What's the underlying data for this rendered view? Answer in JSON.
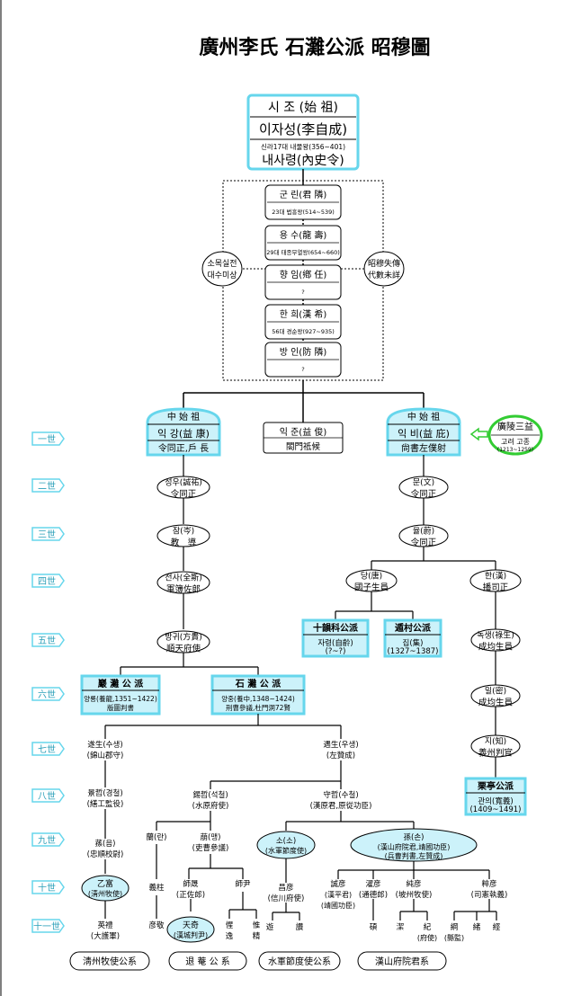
{
  "title": "廣州李氏 石灘公派 昭穆圖",
  "founder": {
    "title": "시 조 (始 祖)",
    "name": "이자성(李自成)",
    "note": "신라17대 내물왕(356~401)",
    "office": "내사령(內史令)"
  },
  "chain": [
    {
      "name": "군 린(君 隣)",
      "note": "23대 법흥왕(514~539)"
    },
    {
      "name": "용 수(龍 壽)",
      "note": "29대 태종무열왕(654~660)"
    },
    {
      "name": "향 임(鄕 任)",
      "note": "?"
    },
    {
      "name": "한 희(漢 希)",
      "note": "56대 경순왕(927~935)"
    },
    {
      "name": "방 인(防 隣)",
      "note": "?"
    }
  ],
  "side_left": [
    "소목실전",
    "대수미상"
  ],
  "side_right": [
    "昭穆失傳",
    "代數未詳"
  ],
  "gens": [
    "一世",
    "二世",
    "三世",
    "四世",
    "五世",
    "六世",
    "七世",
    "八世",
    "九世",
    "十世",
    "十一世"
  ],
  "g1": {
    "left": {
      "top": "中 始 祖",
      "name": "익 강(益 康)",
      "office": "令同正,戶 長"
    },
    "mid": {
      "name": "익 준(益 俊)",
      "office": "閤門祗候"
    },
    "right": {
      "top": "中 始 祖",
      "name": "익 비(益 庇)",
      "office": "尙書左僕射"
    },
    "ext": {
      "name": "廣陵三益",
      "note": "고려 고종",
      "years": "(1213~1259)"
    }
  },
  "left": {
    "g2": [
      "성우(誠祐)",
      "令同正"
    ],
    "g3": [
      "잠(岑)",
      "教　導"
    ],
    "g4": [
      "전사(全斯)",
      "軍簿佐郎"
    ],
    "g5": [
      "방귀(方貴)",
      "順天府使"
    ],
    "g6a": [
      "巖 灘 公 派",
      "양룡(養龍,1351~1422)",
      "版圖判書"
    ],
    "g6b": [
      "石 灘 公 派",
      "양중(養中,1348~1424)",
      "刑曹參議,杜門洞72賢"
    ]
  },
  "right": {
    "g2": [
      "문(文)",
      "令同正"
    ],
    "g3": [
      "율(蔚)",
      "令同正"
    ],
    "g4a": [
      "당(唐)",
      "國子生員"
    ],
    "g4b": [
      "한(漢)",
      "播司正"
    ],
    "g5a": [
      "十韻科公派",
      "자령(自齡)",
      "(?~?)"
    ],
    "g5b": [
      "遁村公派",
      "집(集)",
      "(1327~1387)"
    ],
    "g5c": [
      "녹생(祿生)",
      "成均生員"
    ],
    "g6": [
      "밀(密)",
      "成均生員"
    ],
    "g7": [
      "지(知)",
      "義州判官"
    ],
    "g8": [
      "栗亭公派",
      "관의(寬義)",
      "(1409~1491)"
    ]
  },
  "stone": {
    "g7a": [
      "遂生(수생)",
      "(錦山郡守)"
    ],
    "g7b": [
      "遇生(우생)",
      "(左贊成)"
    ],
    "g8a": [
      "景哲(경철)",
      "(繕工監役)"
    ],
    "g8b": [
      "錫哲(석철)",
      "(水原府使)"
    ],
    "g8c": [
      "守哲(수철)",
      "(漢原君,原從功臣)"
    ],
    "g9a": [
      "蓀(음)",
      "(忠順校尉)"
    ],
    "g9b": "蘭(란)",
    "g9c": [
      "萠(맹)",
      "(吏曹參議)"
    ],
    "g9d": [
      "소(소)",
      "(水軍節度使)"
    ],
    "g9e": [
      "孫(손)",
      "(漢山府院君,靖國功臣)",
      "(兵曹判書,左贊成)"
    ],
    "g10a": [
      "乙富",
      "(淸州牧使)"
    ],
    "g10b": "義柱",
    "g10c": [
      "師晟",
      "(正佐郎)"
    ],
    "g10d": "師尹",
    "g10e": [
      "昌彦",
      "(信川府使)"
    ],
    "g10f": [
      "誠彦",
      "(漢平君)",
      "(靖國功臣)"
    ],
    "g10g": [
      "濯彦",
      "(通德郎)"
    ],
    "g10h": [
      "純彦",
      "(坡州牧使)"
    ],
    "g10i": [
      "粹彦",
      "(司憲執義)"
    ],
    "g11": {
      "a": [
        "英禮",
        "(大護軍)"
      ],
      "b": "彦敬",
      "c": [
        "天奇",
        "(漢城判尹)"
      ],
      "d": [
        "惺",
        "逸"
      ],
      "e": [
        "惟",
        "精"
      ],
      "f": "遊",
      "g": "讚",
      "h": "碩",
      "i": "潔",
      "j": [
        "紀",
        "(府使)"
      ],
      "k": [
        "綱",
        "(縣監)"
      ],
      "l": "緒",
      "m": "經"
    }
  },
  "branches": [
    "淸州牧使公系",
    "退 菴 公 系",
    "水軍節度使公系",
    "漢山府院君系"
  ]
}
